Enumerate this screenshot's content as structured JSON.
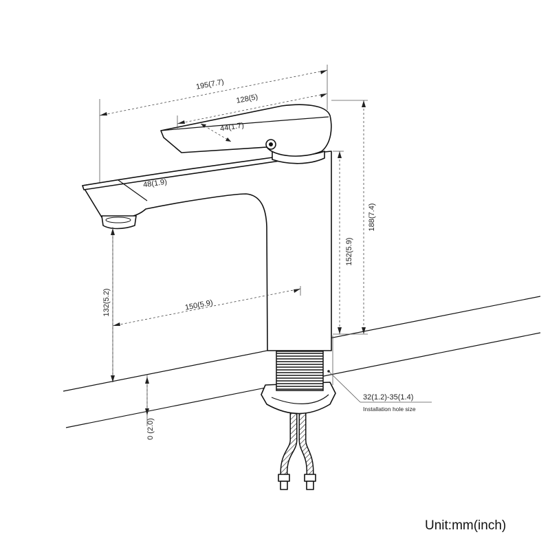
{
  "dimensions": {
    "overall_length": "195(7.7)",
    "handle_length": "128(5)",
    "handle_width": "44(1.7)",
    "spout_width": "48(1.9)",
    "overall_height": "188(7.4)",
    "body_height": "152(5.9)",
    "spout_height": "132(5.2)",
    "spout_reach": "150(5.9)",
    "deck_thickness": "0 (2.0)",
    "hole_size": "32(1.2)-35(1.4)"
  },
  "labels": {
    "hole_caption": "Installation hole size",
    "unit": "Unit:mm(inch)"
  }
}
